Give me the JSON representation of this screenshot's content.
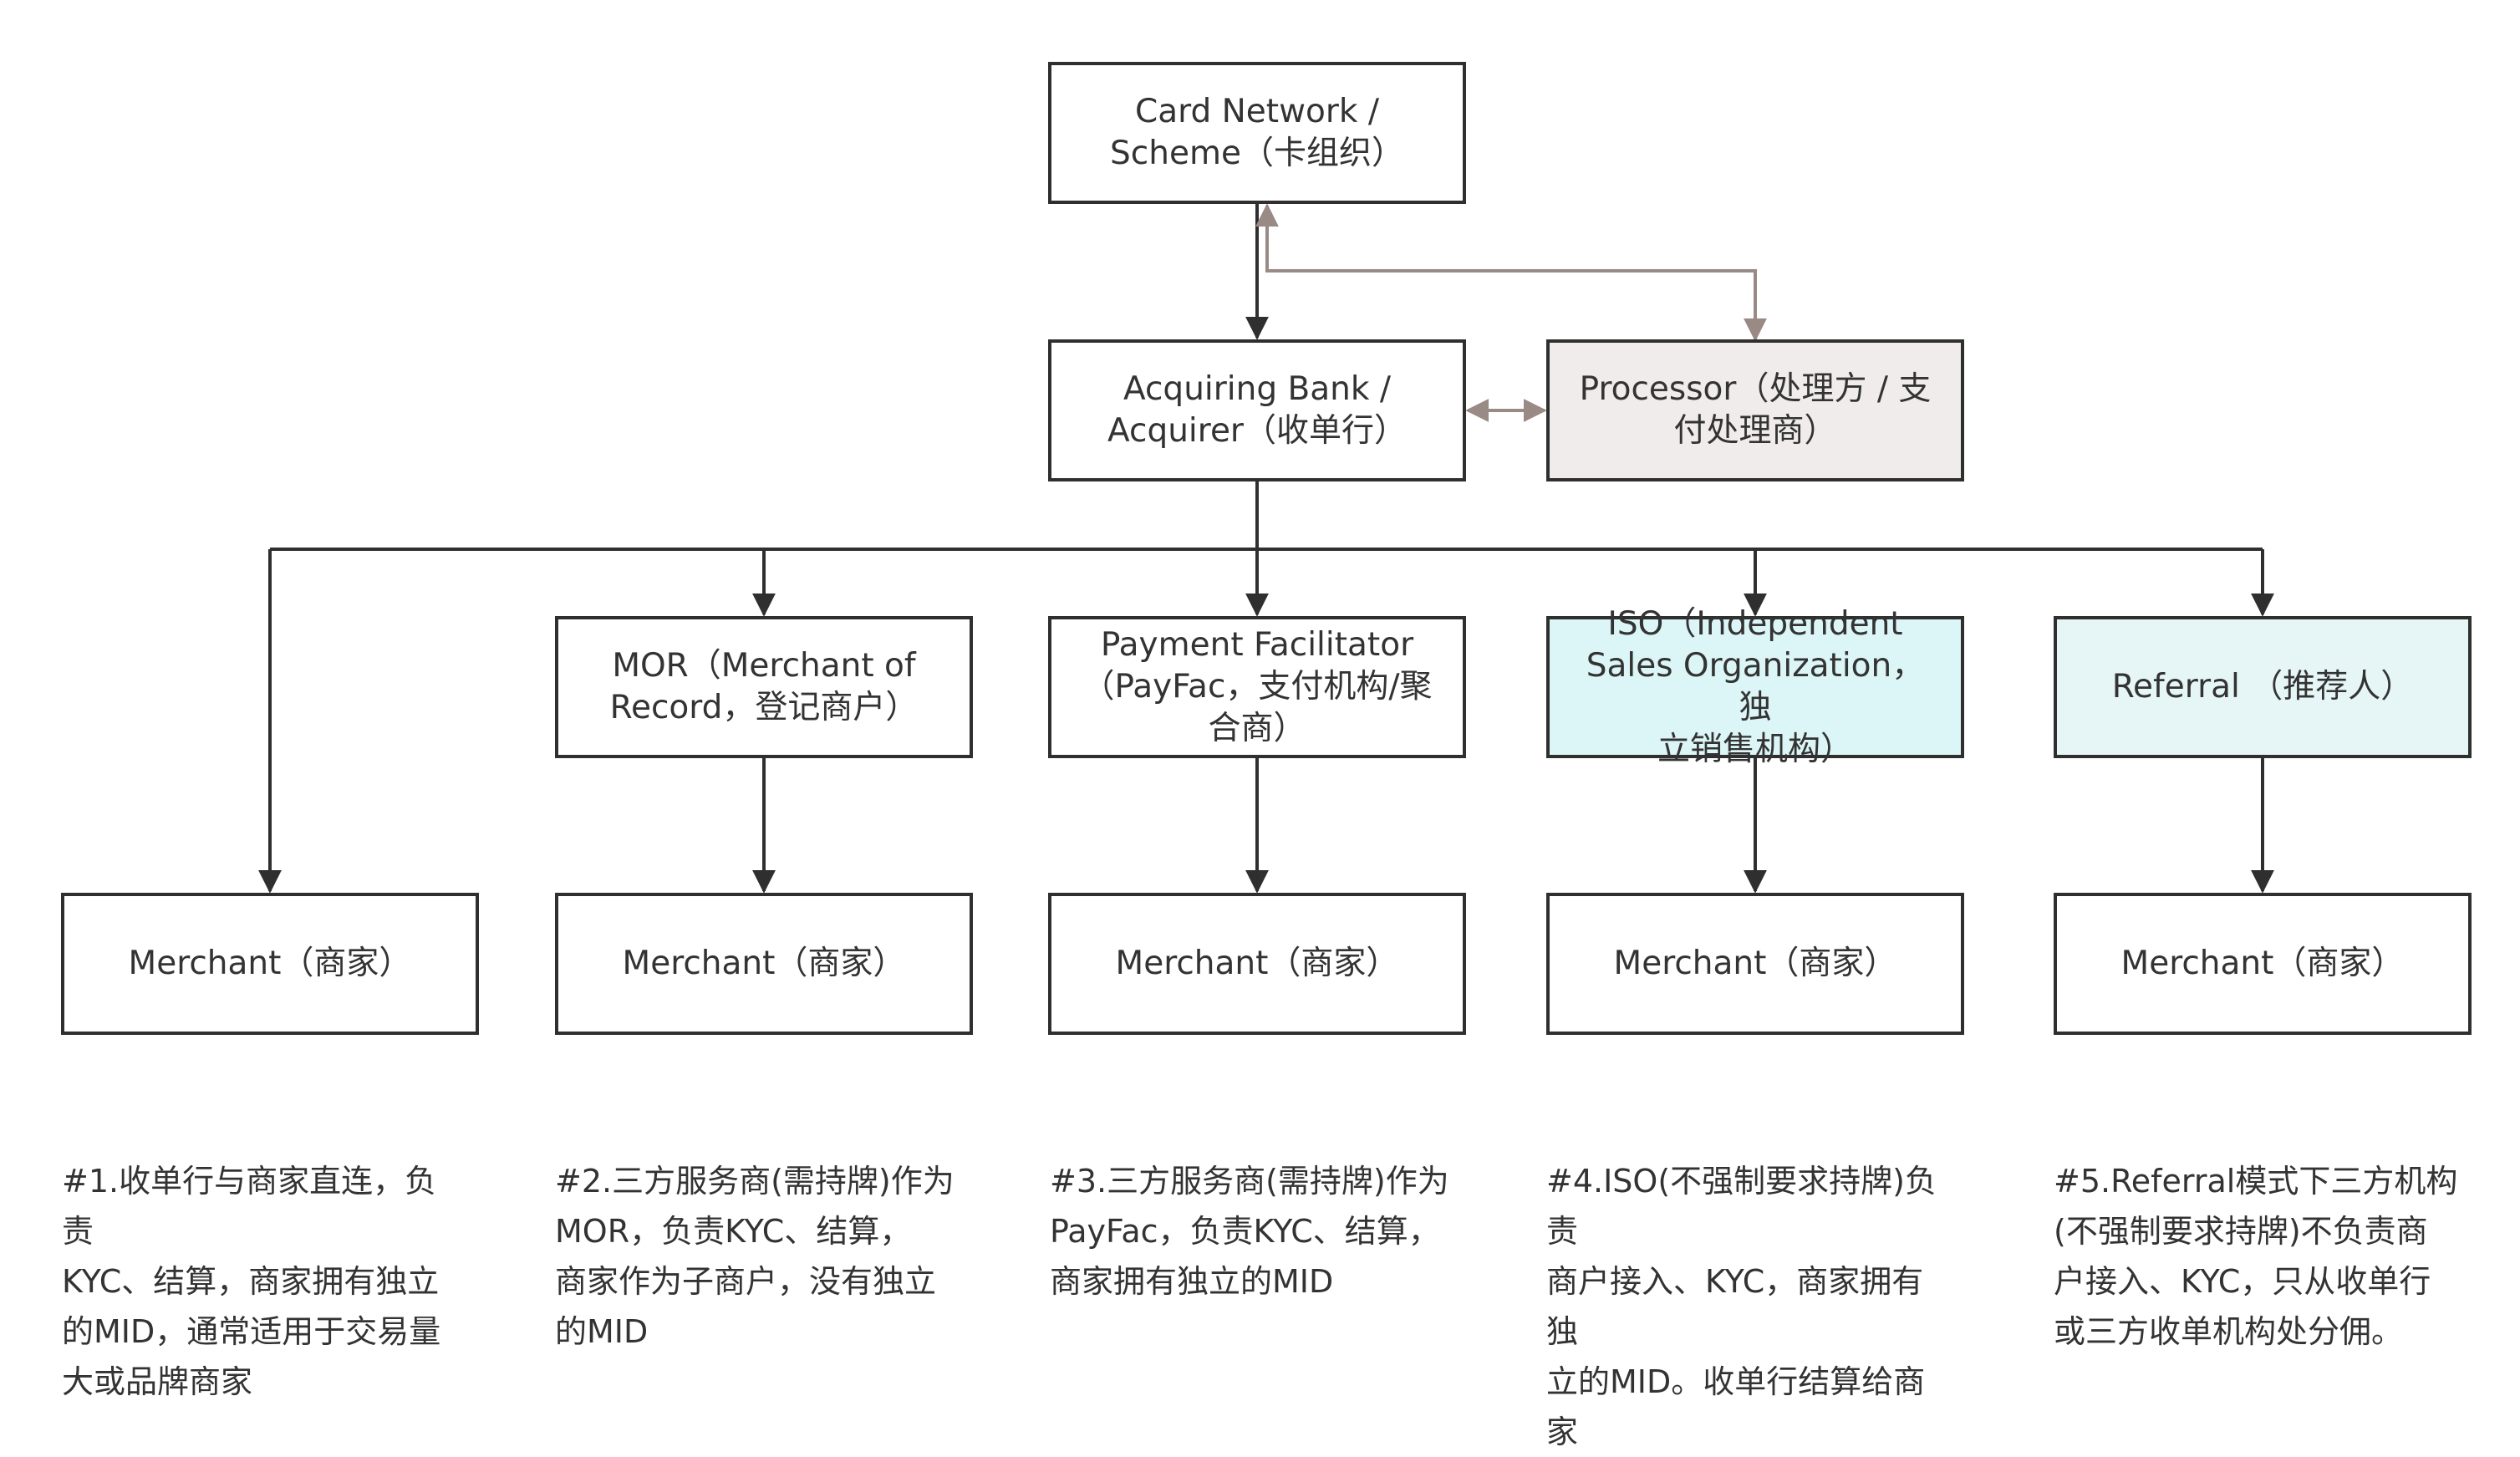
{
  "colors": {
    "line_dark": "#2f2f2f",
    "line_processor": "#9a8a86",
    "processor_fill": "#efeceb",
    "iso_fill": "#dcf5f6",
    "referral_fill": "#e6f6f6",
    "text": "#333333"
  },
  "nodes": {
    "card_network": {
      "line1": "Card Network /",
      "line2": "Scheme（卡组织）"
    },
    "acquirer": {
      "line1": "Acquiring Bank /",
      "line2": "Acquirer（收单行）"
    },
    "processor": {
      "line1": "Processor（处理方 / 支",
      "line2": "付处理商）"
    },
    "mor": {
      "line1": "MOR（Merchant of",
      "line2": "Record，登记商户）"
    },
    "payfac": {
      "line1": "Payment Facilitator",
      "line2": "（PayFac，支付机构/聚",
      "line3": "合商）"
    },
    "iso": {
      "line1": "ISO（Independent",
      "line2": "Sales Organization，独",
      "line3": "立销售机构）"
    },
    "referral": {
      "line1": "Referral （推荐人）"
    },
    "merchants": [
      {
        "label": "Merchant（商家）"
      },
      {
        "label": "Merchant（商家）"
      },
      {
        "label": "Merchant（商家）"
      },
      {
        "label": "Merchant（商家）"
      },
      {
        "label": "Merchant（商家）"
      }
    ]
  },
  "notes": [
    {
      "lines": [
        "#1.收单行与商家直连，负责",
        "KYC、结算，商家拥有独立",
        "的MID，通常适用于交易量",
        "大或品牌商家"
      ]
    },
    {
      "lines": [
        "#2.三方服务商(需持牌)作为",
        "MOR，负责KYC、结算，",
        "商家作为子商户，没有独立",
        "的MID"
      ]
    },
    {
      "lines": [
        "#3.三方服务商(需持牌)作为",
        "PayFac，负责KYC、结算，",
        "商家拥有独立的MID"
      ]
    },
    {
      "lines": [
        "#4.ISO(不强制要求持牌)负责",
        "商户接入、KYC，商家拥有独",
        "立的MID。收单行结算给商家"
      ]
    },
    {
      "lines": [
        "#5.Referral模式下三方机构",
        "(不强制要求持牌)不负责商",
        "户接入、KYC，只从收单行",
        "或三方收单机构处分佣。"
      ]
    }
  ]
}
